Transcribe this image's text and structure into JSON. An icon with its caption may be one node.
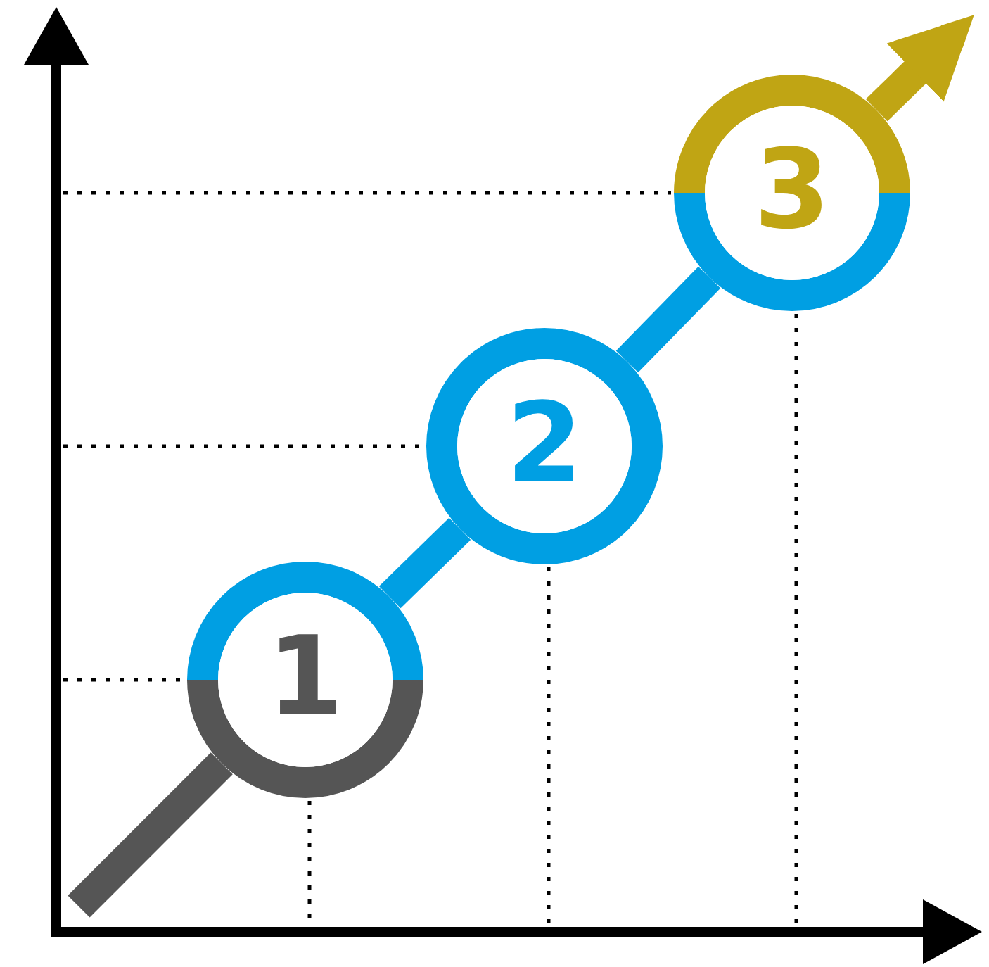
{
  "diagram": {
    "nodes": [
      {
        "text": [
          "1"
        ]
      },
      {
        "text": [
          "2"
        ]
      },
      {
        "text": [
          "3"
        ]
      }
    ],
    "edges": [
      {
        "from": null,
        "to": 0,
        "arrow": "none",
        "color": "#555555"
      },
      {
        "from": 0,
        "to": 1,
        "arrow": "none"
      },
      {
        "from": 1,
        "to": 2,
        "arrow": "none"
      },
      {
        "from": 2,
        "to": null,
        "arrow": "to",
        "color": "#c0a514"
      }
    ]
  }
}
